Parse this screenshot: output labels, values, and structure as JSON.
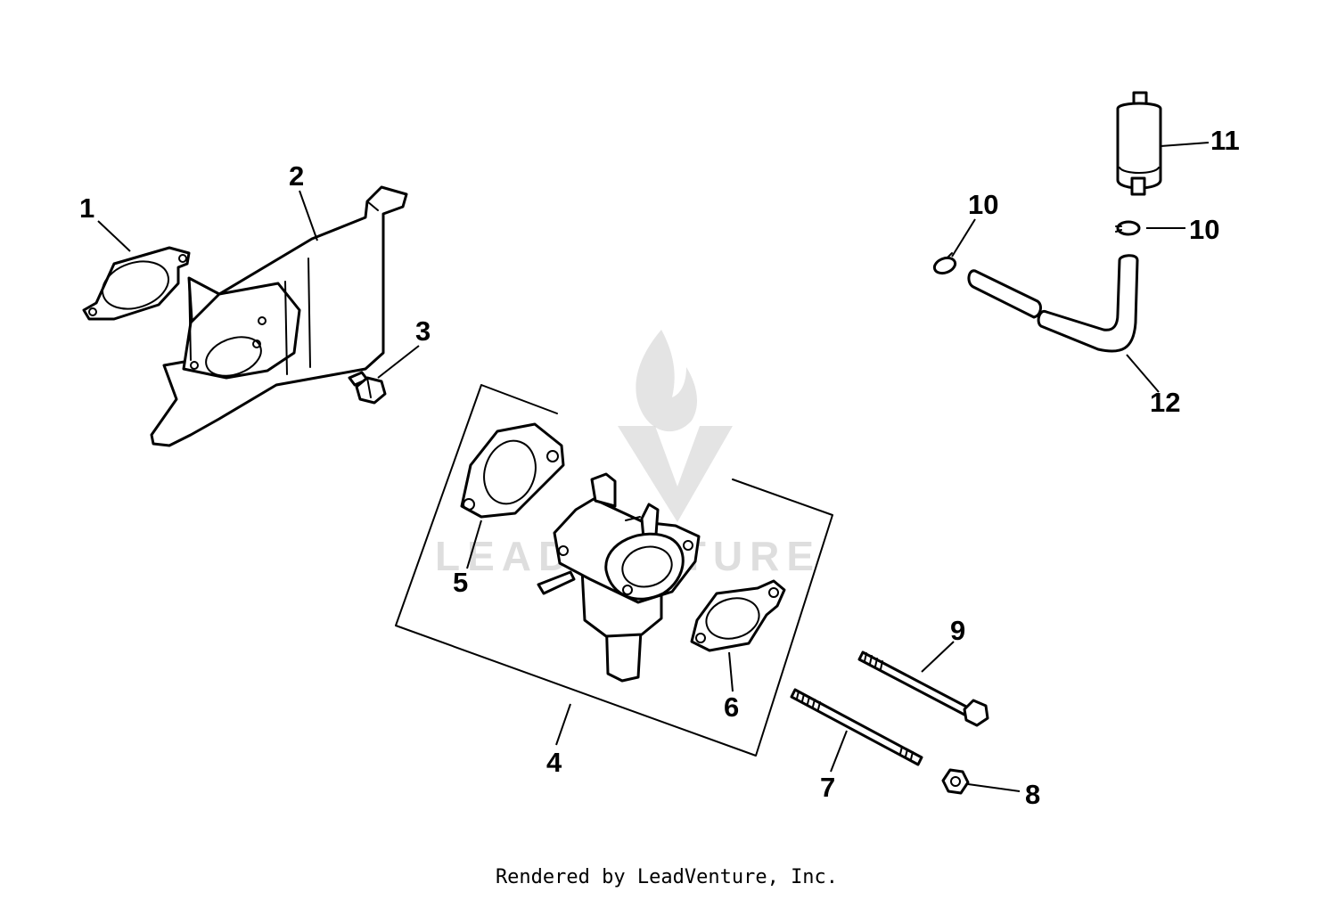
{
  "diagram": {
    "callouts": [
      "1",
      "2",
      "3",
      "4",
      "5",
      "6",
      "7",
      "8",
      "9",
      "10",
      "10",
      "11",
      "12"
    ],
    "watermark": {
      "text": "LEADVENTURE",
      "icon": "leadventure-logo"
    }
  },
  "footer": {
    "text": "Rendered by LeadVenture, Inc."
  },
  "colors": {
    "line": "#000000",
    "background": "#ffffff",
    "watermark": "#d4d4d4"
  }
}
